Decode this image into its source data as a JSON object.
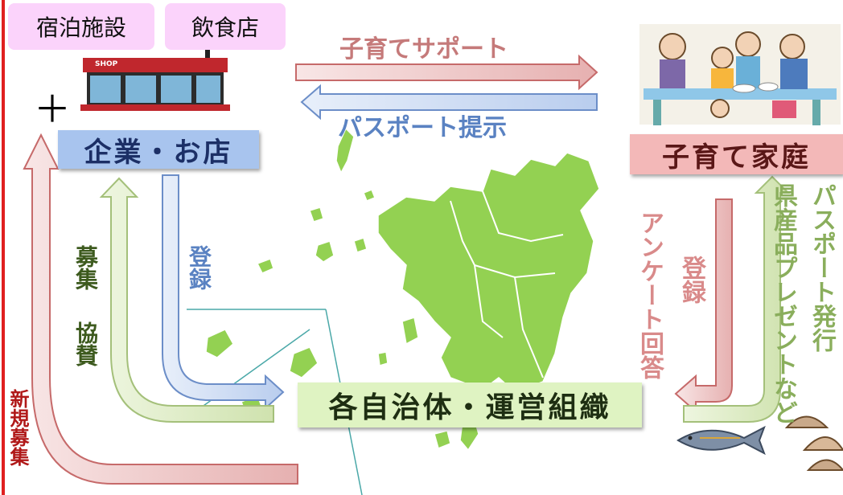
{
  "top_labels": {
    "lodging": "宿泊施設",
    "restaurant": "飲食店"
  },
  "shop_sign": "SHOP",
  "plus_sign": "＋",
  "arrows": {
    "support": "子育てサポート",
    "passport_show": "パスポート提示"
  },
  "nodes": {
    "business": "企業・お店",
    "family": "子育て家庭",
    "admin": "各自治体・運営組織"
  },
  "vertical_labels": {
    "recruit": "募集",
    "sponsor": "協賛",
    "register_left": "登録",
    "new_recruit": "新規募集",
    "survey": "アンケート回答",
    "register_right": "登録",
    "products": "県産品プレゼントなど",
    "passport_issue": "パスポート発行"
  },
  "colors": {
    "pink_label_bg": "#fbd3fb",
    "business_box": "#a8c4ee",
    "family_box": "#f3b8b8",
    "admin_box": "#dff3c2",
    "map_green": "#93d152",
    "arrow_red": "#c66a6a",
    "arrow_blue": "#6c8ec8",
    "arrow_green": "#a4c07a",
    "edge_red": "#e02020"
  },
  "icons": [
    "shop-icon",
    "family-meal-illustration",
    "kyushu-map",
    "fish-icon",
    "clam-icon"
  ]
}
